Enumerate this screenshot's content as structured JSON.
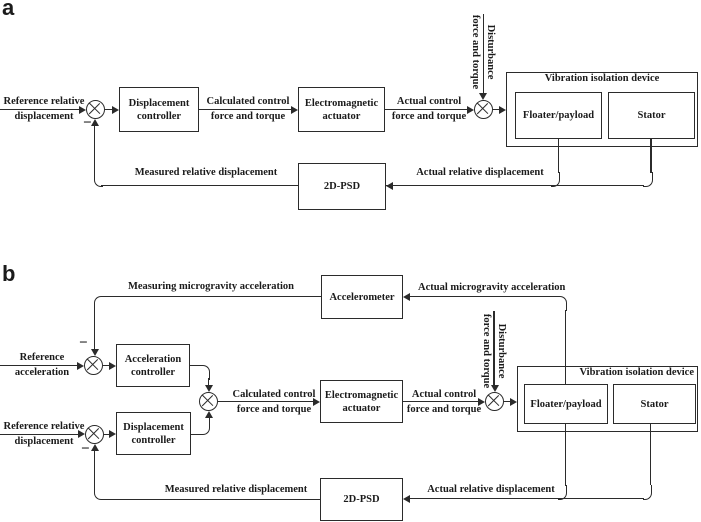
{
  "figure": {
    "panel_a": {
      "label": "a",
      "ref_line1": "Reference relative",
      "ref_line2": "displacement",
      "controller_line1": "Displacement",
      "controller_line2": "controller",
      "calc_line1": "Calculated control",
      "calc_line2": "force and torque",
      "actuator_line1": "Electromagnetic",
      "actuator_line2": "actuator",
      "actual_line1": "Actual control",
      "actual_line2": "force and torque",
      "dist_line1": "Disturbance",
      "dist_line2": "force and torque",
      "device_title": "Vibration isolation device",
      "floater": "Floater/payload",
      "stator": "Stator",
      "sensor": "2D-PSD",
      "actual_rel": "Actual relative displacement",
      "measured": "Measured relative displacement",
      "minus": "−"
    },
    "panel_b": {
      "label": "b",
      "measuring": "Measuring microgravity acceleration",
      "actual_micro": "Actual microgravity acceleration",
      "accelerometer": "Accelerometer",
      "ref_acc_line1": "Reference",
      "ref_acc_line2": "acceleration",
      "acc_ctrl_line1": "Acceleration",
      "acc_ctrl_line2": "controller",
      "ref_rel_line1": "Reference relative",
      "ref_rel_line2": "displacement",
      "disp_ctrl_line1": "Displacement",
      "disp_ctrl_line2": "controller",
      "calc_line1": "Calculated control",
      "calc_line2": "force and torque",
      "actuator_line1": "Electromagnetic",
      "actuator_line2": "actuator",
      "actual_line1": "Actual control",
      "actual_line2": "force and torque",
      "dist_line1": "Disturbance",
      "dist_line2": "force and torque",
      "device_title": "Vibration isolation device",
      "floater": "Floater/payload",
      "stator": "Stator",
      "sensor": "2D-PSD",
      "actual_rel": "Actual relative displacement",
      "measured": "Measured relative displacement",
      "minus": "−"
    }
  }
}
